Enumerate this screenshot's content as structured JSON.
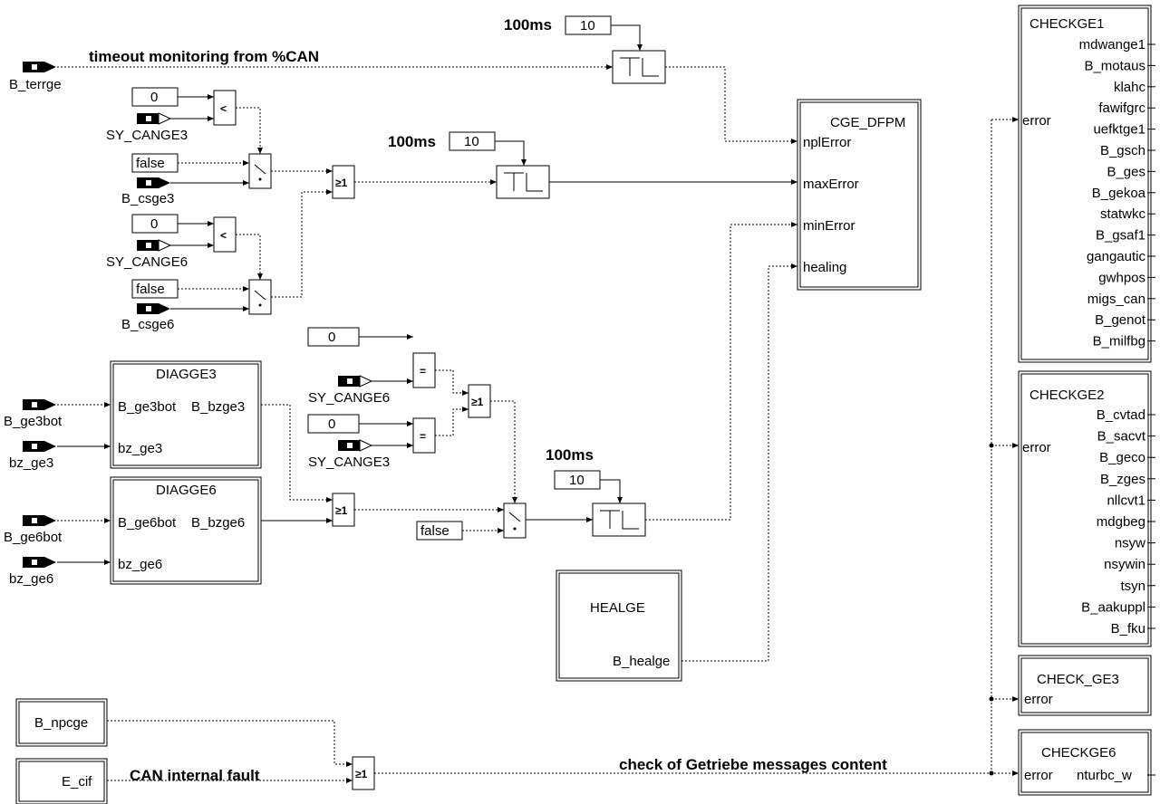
{
  "labels": {
    "timeout_note": "timeout monitoring from %CAN",
    "can_fault_note": "CAN internal fault",
    "getriebe_note": "check of Getriebe messages content",
    "delay1": "100ms",
    "delay2": "100ms",
    "delay3": "100ms"
  },
  "constants": {
    "c_10_a": "10",
    "c_10_b": "10",
    "c_10_c": "10",
    "c_0_a": "0",
    "c_0_b": "0",
    "c_0_c": "0",
    "c_0_d": "0",
    "false_a": "false",
    "false_b": "false",
    "false_c": "false"
  },
  "inputs": {
    "b_terrge": "B_terrge",
    "sy_cange3_a": "SY_CANGE3",
    "b_csge3": "B_csge3",
    "sy_cange6_a": "SY_CANGE6",
    "b_csge6": "B_csge6",
    "b_ge3bot": "B_ge3bot",
    "bz_ge3": "bz_ge3",
    "b_ge6bot": "B_ge6bot",
    "bz_ge6": "bz_ge6",
    "sy_cange6_b": "SY_CANGE6",
    "sy_cange3_b": "SY_CANGE3"
  },
  "gate_symbols": {
    "lt": "<",
    "eq": "=",
    "or": "≥1"
  },
  "blocks": {
    "diagge3": {
      "title": "DIAGGE3",
      "in1": "B_ge3bot",
      "in2": "bz_ge3",
      "out1": "B_bzge3"
    },
    "diagge6": {
      "title": "DIAGGE6",
      "in1": "B_ge6bot",
      "in2": "bz_ge6",
      "out1": "B_bzge6"
    },
    "cge_dfpm": {
      "title": "CGE_DFPM",
      "ports": [
        "nplError",
        "maxError",
        "minError",
        "healing"
      ]
    },
    "healge": {
      "title": "HEALGE",
      "out1": "B_healge"
    },
    "b_npcge": {
      "title": "B_npcge"
    },
    "e_cif": {
      "title": "E_cif"
    },
    "checkge1": {
      "title": "CHECKGE1",
      "input": "error",
      "outputs": [
        "mdwange1",
        "B_motaus",
        "klahc",
        "fawifgrc",
        "uefktge1",
        "B_gsch",
        "B_ges",
        "B_gekoa",
        "statwkc",
        "B_gsaf1",
        "gangautic",
        "gwhpos",
        "migs_can",
        "B_genot",
        "B_milfbg"
      ]
    },
    "checkge2": {
      "title": "CHECKGE2",
      "input": "error",
      "outputs": [
        "B_cvtad",
        "B_sacvt",
        "B_geco",
        "B_zges",
        "nllcvt1",
        "mdgbeg",
        "nsyw",
        "nsywin",
        "tsyn",
        "B_aakuppl",
        "B_fku"
      ]
    },
    "check_ge3": {
      "title": "CHECK_GE3",
      "input": "error"
    },
    "checkge6": {
      "title": "CHECKGE6",
      "input": "error",
      "output": "nturbc_w"
    }
  }
}
